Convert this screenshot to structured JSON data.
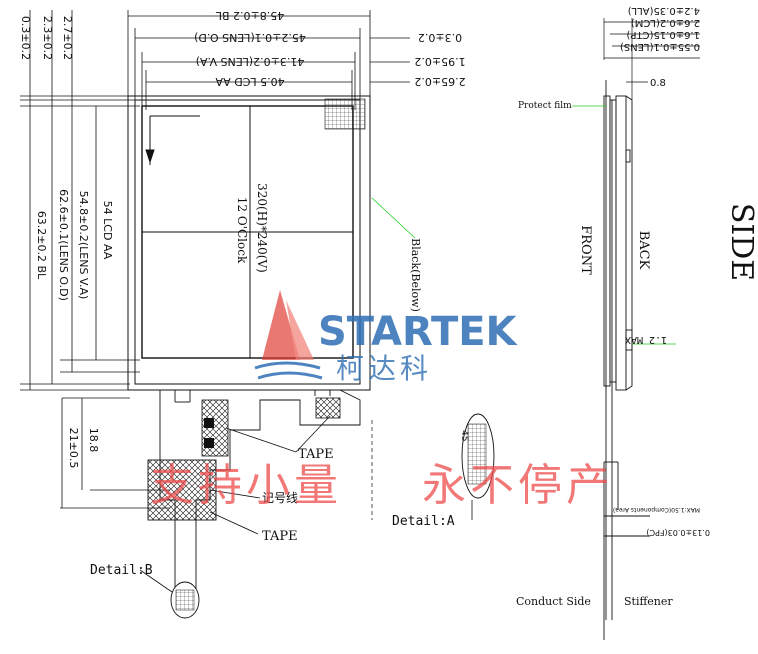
{
  "dims_top": {
    "d1": "45.8±0.2 BL",
    "d2": "45.2±0.1(LENS O.D)",
    "d3": "41.3±0.2(LENS V.A)",
    "d4": "40.5 LCD AA",
    "r1": "0.3±0.2",
    "r2": "1.95±0.2",
    "r3": "2.65±0.2"
  },
  "dims_left": {
    "t1": "0.3±0.2",
    "t2": "2.3±0.2",
    "t3": "2.7±0.2",
    "v1": "63.2±0.2 BL",
    "v2": "62.6±0.1(LENS O.D)",
    "v3": "54.8±0.2(LENS V.A)",
    "v4": "54 LCD AA",
    "f1": "21±0.5",
    "f2": "18.8"
  },
  "screen": {
    "resolution": "320(H)*240(V)",
    "clock": "12 O'Clock",
    "black_below": "Black(Below)"
  },
  "labels": {
    "tape_top": "TAPE",
    "tape_bottom": "TAPE",
    "mark_line": "记号线",
    "detail_a": "Detail:A",
    "detail_b": "Detail:B",
    "detail_a_num": "45"
  },
  "side_view": {
    "title": "SIDE",
    "front": "FRONT",
    "back": "BACK",
    "protect_film": "Protect film",
    "d_all": "4.2±0.35(ALL)",
    "d_lcm": "2.6±0.2(LCM)",
    "d_ctp": "1.6±0.15(CTP)",
    "d_lens": "0.55±0.1(LENS)",
    "d_08": "0.8",
    "max_12": "1.2 MAX",
    "components": "MAX:1.50(Components Area)",
    "fpc": "0.13±0.03(FPC)",
    "conduct_side": "Conduct Side",
    "stiffener": "Stiffener"
  },
  "watermark": {
    "brand": "STARTEK",
    "brand_cn": "柯达科",
    "slogan_left": "支持小量",
    "slogan_right": "永不停产"
  },
  "colors": {
    "line": "#111111",
    "leader_green": "#22cc22",
    "watermark_blue": "#2f6fb4",
    "watermark_red": "#e03a2f",
    "slogan_red": "#ee4b4b"
  }
}
